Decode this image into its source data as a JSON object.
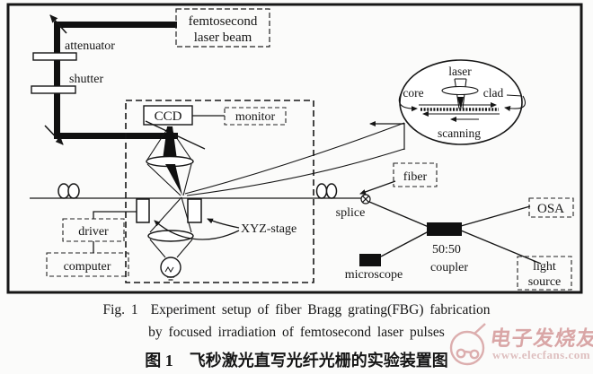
{
  "colors": {
    "ink": "#161616",
    "paper": "#fbfbfa",
    "watermark_pink": "#d9a6a6"
  },
  "diagram": {
    "source": {
      "line1": "femtosecond",
      "line2": "laser beam"
    },
    "attenuator": "attenuator",
    "shutter": "shutter",
    "ccd": "CCD",
    "monitor": "monitor",
    "xyz_stage": "XYZ-stage",
    "driver": "driver",
    "computer": "computer",
    "inset": {
      "laser": "laser",
      "core": "core",
      "clad": "clad",
      "scanning": "scanning"
    },
    "fiber": "fiber",
    "splice": "splice",
    "coupler_ratio": "50:50",
    "coupler": "coupler",
    "microscope": "microscope",
    "osa": "OSA",
    "light_source": {
      "line1": "light",
      "line2": "source"
    }
  },
  "caption": {
    "en_label": "Fig. 1",
    "en_line1": "Experiment setup of fiber Bragg grating(FBG) fabrication",
    "en_line2": "by focused irradiation of femtosecond laser pulses",
    "cn_label": "图 1",
    "cn_text": "飞秒激光直写光纤光栅的实验装置图"
  },
  "watermark": {
    "brand": "电子发烧友",
    "url": "www.elecfans.com"
  }
}
